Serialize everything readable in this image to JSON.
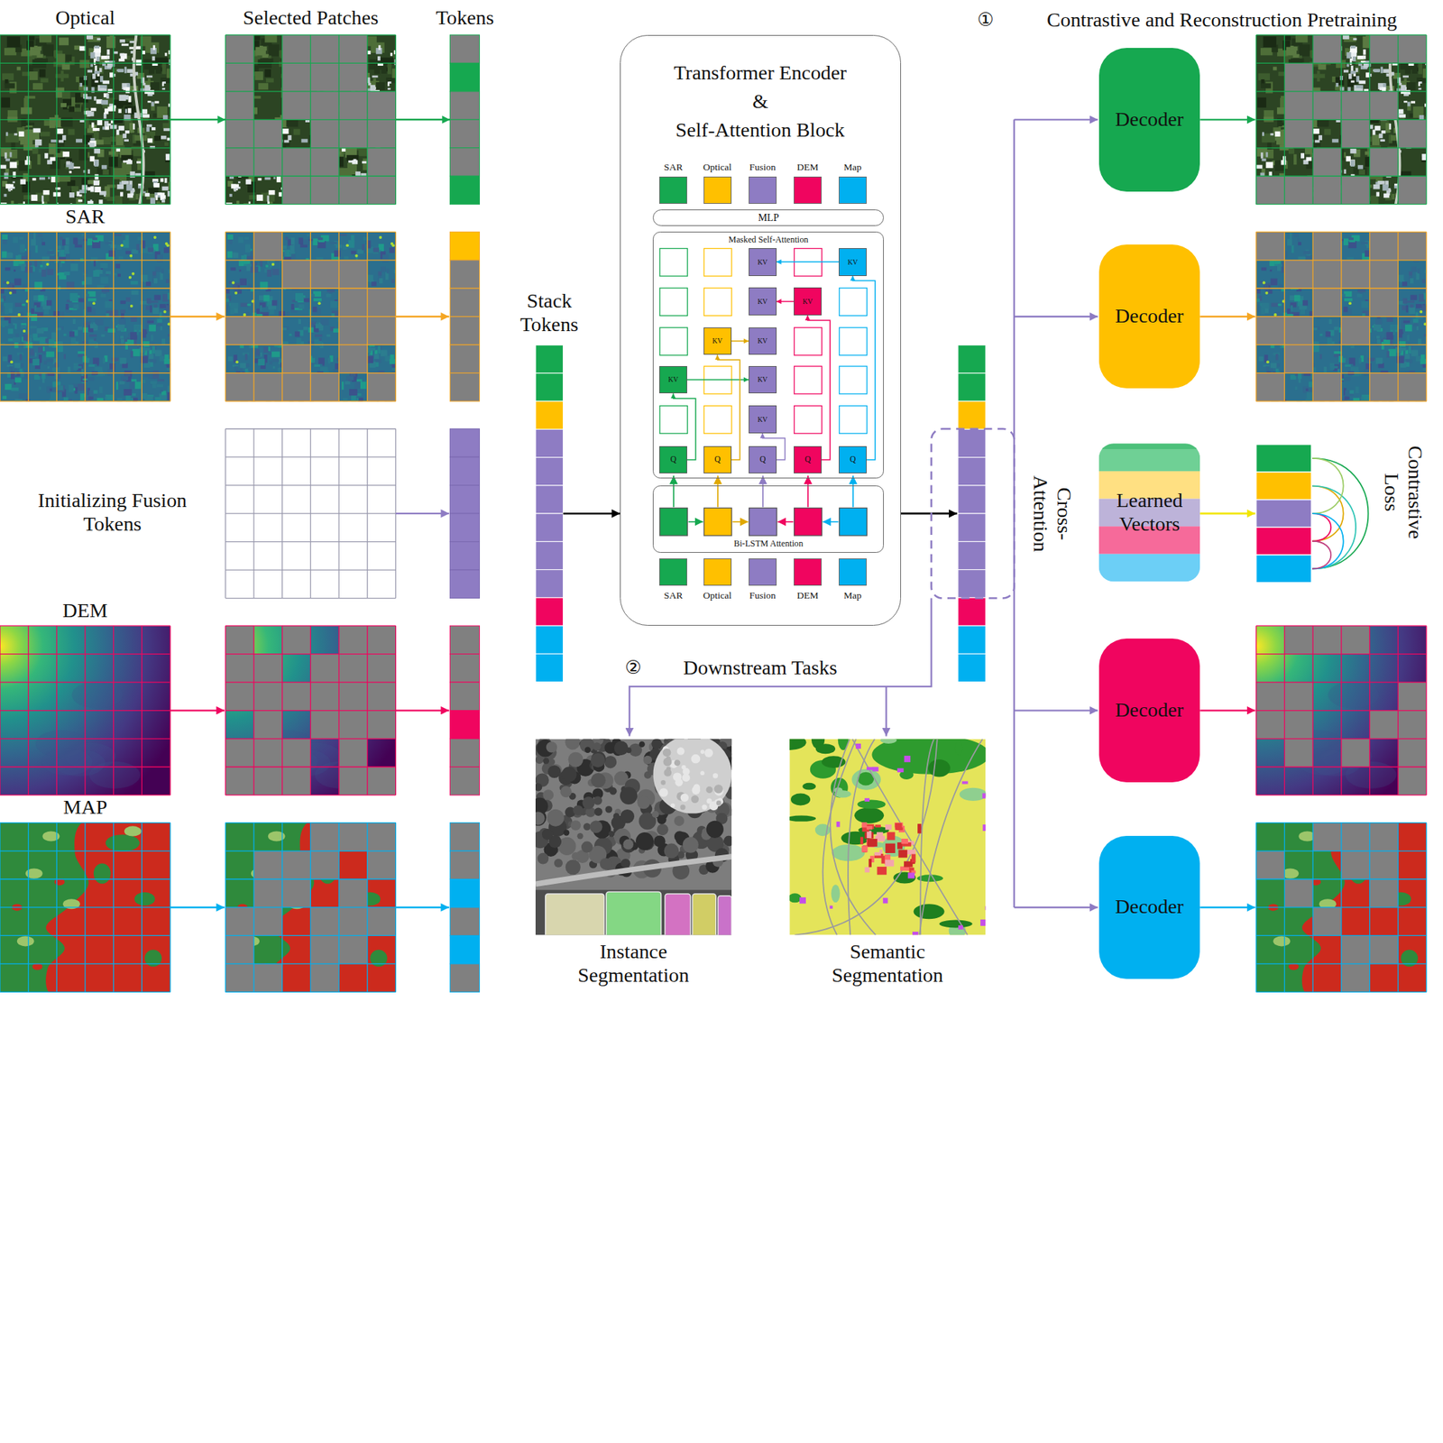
{
  "diagram": {
    "nodes": [
      {
        "text": [
          "Optical"
        ]
      },
      {
        "text": [
          "Selected Patches"
        ]
      },
      {
        "text": [
          "Tokens"
        ]
      },
      {
        "text": [
          "SAR"
        ]
      },
      {
        "text": [
          "DEM"
        ]
      },
      {
        "text": [
          "MAP"
        ]
      },
      {
        "text": [
          "Stack Tokens"
        ]
      },
      {
        "text": [
          "Transformer Encoder",
          "&",
          "Self-Attention Block"
        ]
      },
      {
        "text": [
          "SAR"
        ],
        "in": 7
      },
      {
        "text": [
          "Optical"
        ],
        "in": 7
      },
      {
        "text": [
          "Fusion"
        ],
        "in": 7
      },
      {
        "text": [
          "DEM"
        ],
        "in": 7
      },
      {
        "text": [
          "Map"
        ],
        "in": 7
      },
      {
        "text": [
          "MLP"
        ],
        "in": 7
      },
      {
        "text": [
          "Masked Self-Attention"
        ],
        "in": 7
      },
      {
        "text": [
          "KV"
        ],
        "in": 14
      },
      {
        "text": [
          "KV"
        ],
        "in": 14
      },
      {
        "text": [
          "KV"
        ],
        "in": 14
      },
      {
        "text": [
          "KV"
        ],
        "in": 14
      },
      {
        "text": [
          "KV"
        ],
        "in": 14
      },
      {
        "text": [
          "KV"
        ],
        "in": 14
      },
      {
        "text": [
          "KV"
        ],
        "in": 14
      },
      {
        "text": [
          "KV"
        ],
        "in": 14
      },
      {
        "text": [
          "KV"
        ],
        "in": 14
      },
      {
        "text": [
          "Q"
        ],
        "in": 14
      },
      {
        "text": [
          "Q"
        ],
        "in": 14
      },
      {
        "text": [
          "Q"
        ],
        "in": 14
      },
      {
        "text": [
          "Q"
        ],
        "in": 14
      },
      {
        "text": [
          "Q"
        ],
        "in": 14
      },
      {
        "text": [
          "Bi-LSTM Attention"
        ],
        "in": 7
      },
      {
        "text": [
          "SAR"
        ],
        "in": 7
      },
      {
        "text": [
          "Optical"
        ],
        "in": 7
      },
      {
        "text": [
          "Fusion"
        ],
        "in": 7
      },
      {
        "text": [
          "DEM"
        ],
        "in": 7
      },
      {
        "text": [
          "Map"
        ],
        "in": 7
      },
      {
        "text": [
          "Decoder"
        ]
      },
      {
        "text": [
          "Decoder"
        ]
      },
      {
        "text": [
          "Learned Vectors"
        ]
      },
      {
        "text": [
          "Decoder"
        ]
      },
      {
        "text": [
          "Decoder"
        ]
      },
      {
        "text": [
          "Instance Segmentation"
        ]
      },
      {
        "text": [
          "Semantic Segmentation"
        ]
      }
    ],
    "edges": [
      {
        "from": 0,
        "to": 1,
        "arrow": "to"
      },
      {
        "from": 1,
        "to": 2,
        "arrow": "to"
      },
      {
        "from": 6,
        "to": 7,
        "arrow": "to"
      },
      {
        "from": 24,
        "to": 21,
        "arrow": "to"
      },
      {
        "from": 21,
        "to": 22,
        "arrow": "to"
      },
      {
        "from": 25,
        "to": 19,
        "arrow": "to"
      },
      {
        "from": 19,
        "to": 20,
        "arrow": "to"
      },
      {
        "from": 26,
        "to": 23,
        "arrow": "to"
      },
      {
        "from": 27,
        "to": 18,
        "arrow": "to"
      },
      {
        "from": 18,
        "to": 17,
        "arrow": "to"
      },
      {
        "from": 28,
        "to": 16,
        "arrow": "to"
      },
      {
        "from": 16,
        "to": 15,
        "arrow": "to"
      }
    ],
    "labels": [
      "Initializing Fusion Tokens",
      "①",
      "Contrastive and Reconstruction Pretraining",
      "Cross- Attention",
      "Contrastive Loss",
      "②",
      "Downstream Tasks"
    ]
  }
}
